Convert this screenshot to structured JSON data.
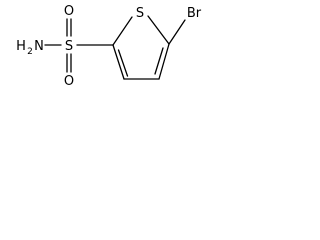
{
  "molecule": {
    "atoms": {
      "sulfur_ring": "S",
      "bromine": "Br",
      "sulfonyl_sulfur": "S",
      "oxygen_top": "O",
      "oxygen_bottom": "O",
      "amine_h": "H",
      "amine_h_count": "2",
      "amine_n": "N"
    }
  },
  "colors": {
    "ink": "#000000",
    "background": "#ffffff"
  }
}
